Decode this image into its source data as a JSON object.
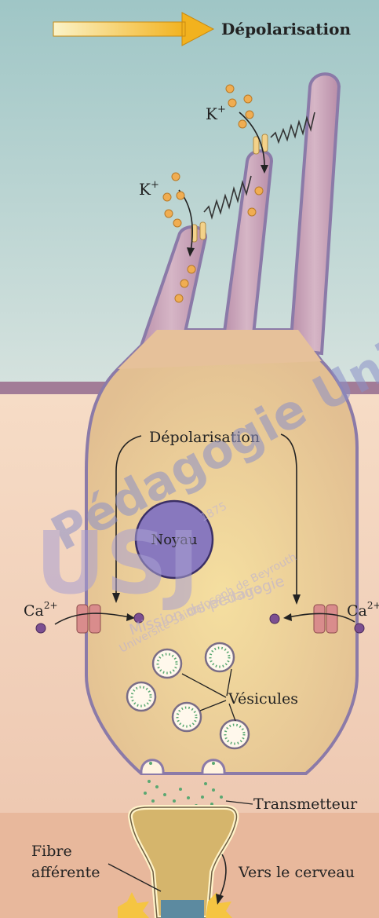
{
  "header": {
    "title": "Dépolarisation"
  },
  "ions": {
    "potassium_top": "K",
    "potassium_left": "K",
    "potassium_charge": "+",
    "calcium_left": "Ca",
    "calcium_right": "Ca",
    "calcium_charge": "2+"
  },
  "labels": {
    "depolarisation": "Dépolarisation",
    "nucleus": "Noyau",
    "vesicles": "Vésicules",
    "transmitter": "Transmetteur",
    "fibre_line1": "Fibre",
    "fibre_line2": "afférente",
    "to_brain": "Vers le cerveau"
  },
  "watermark": {
    "main": "Pédagogie Universitaire",
    "logo": "USJ",
    "year": "1875",
    "line1": "Université Saint-Joseph de Beyrouth",
    "line2": "Mission de pédagogie",
    "line3": "universitaire"
  },
  "colors": {
    "top_bg": "#b6d3d4",
    "band": "#a27c97",
    "bottom_bg": "#efd3bd",
    "cell_fill": "#e8c69a",
    "cell_stroke": "#8b7aa8",
    "stereocilia": "#c8a3b8",
    "nucleus": "#8878be",
    "ion_k": "#e9a64a",
    "ion_ca": "#7c4f91",
    "channel": "#d98c8c",
    "vesicle_dot": "#5aa871"
  }
}
